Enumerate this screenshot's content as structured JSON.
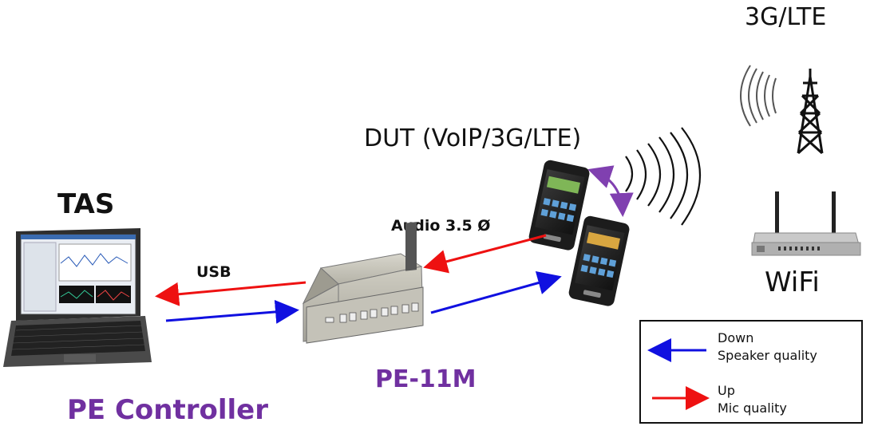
{
  "labels": {
    "lte": "3G/LTE",
    "dut": "DUT (VoIP/3G/LTE)",
    "tas": "TAS",
    "wifi": "WiFi",
    "usb": "USB",
    "audio": "Audio 3.5 Ø",
    "pe11m": "PE-11M",
    "pe_controller": "PE Controller"
  },
  "legend": {
    "down_title": "Down",
    "down_desc": "Speaker quality",
    "up_title": "Up",
    "up_desc": "Mic quality"
  },
  "colors": {
    "down": "#1010e0",
    "up": "#ee1111",
    "accent": "#7030a0",
    "link": "#8040b0"
  },
  "icons": [
    "cell-tower-icon",
    "wifi-router-icon",
    "laptop-icon",
    "smartphone-icon",
    "audio-box-icon"
  ]
}
